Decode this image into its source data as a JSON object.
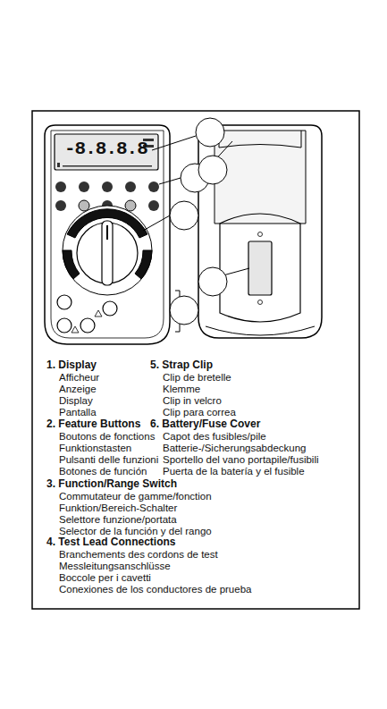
{
  "diagram": {
    "labels": [
      "-8.8.8.8",
      "1. Display",
      "Afficheur",
      "Anzeige",
      "Display",
      "Pantalla",
      "2. Feature Buttons",
      "Boutons de fonctions",
      "Funktionstasten",
      "Pulsanti delle funzioni",
      "Botones de función",
      "3. Function/Range Switch",
      "Commutateur de gamme/fonction",
      "Funktion/Bereich-Schalter",
      "Selettore funzione/portata",
      "Selector de la función y del rango",
      "4. Test Lead Connections",
      "Branchements des cordons de test",
      "Messleitungsanschlüsse",
      "Boccole per i cavetti",
      "Conexiones de los conductores de prueba",
      "5. Strap Clip",
      "Clip de bretelle",
      "Klemme",
      "Clip in velcro",
      "Clip para correa",
      "6. Battery/Fuse Cover",
      "Capot des fusibles/pile",
      "Batterie-/Sicherungsabdeckung",
      "Sportello del vano portapile/fusibili",
      "Puerta de la batería y el fusible"
    ]
  }
}
